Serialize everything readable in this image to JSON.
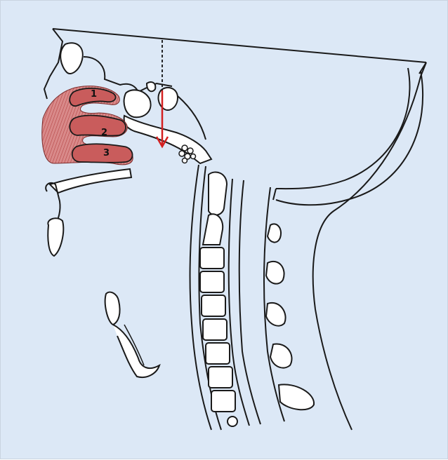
{
  "figure": {
    "background_color": "#dce8f6",
    "tissue_color": "#c95c5c",
    "arrow_color": "#d42020",
    "labels": [
      "1",
      "2",
      "3"
    ]
  }
}
